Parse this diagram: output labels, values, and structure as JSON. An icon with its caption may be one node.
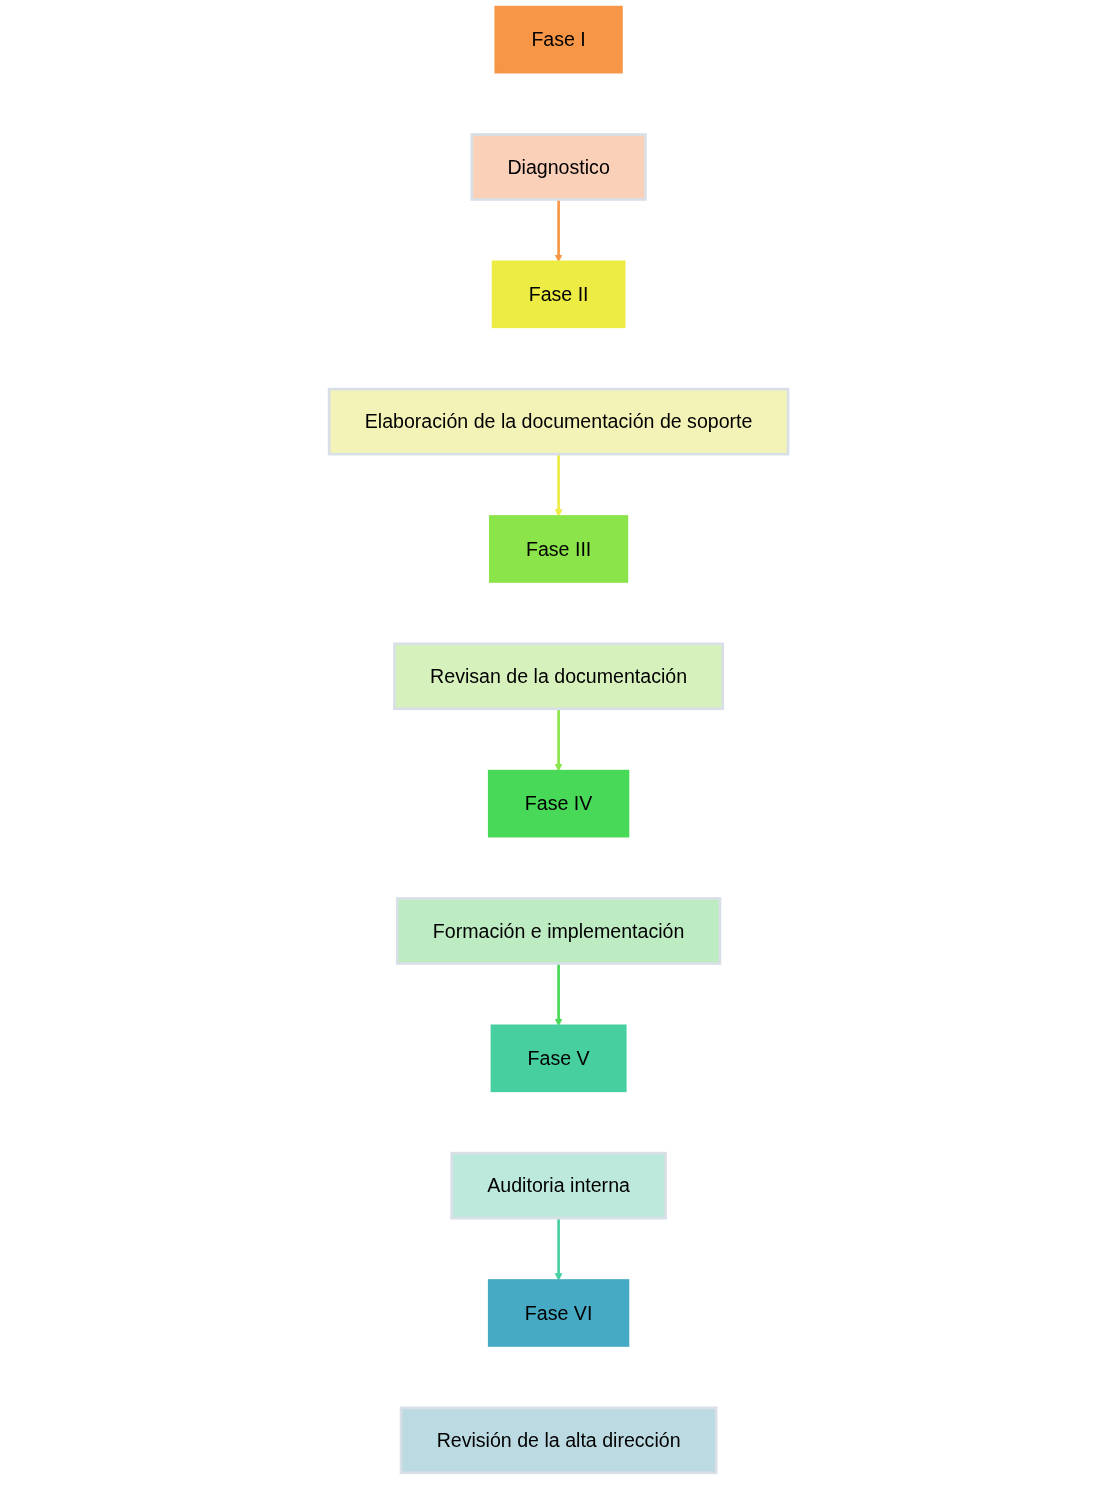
{
  "diagram": {
    "nodes": [
      {
        "text": [
          "Fase I"
        ]
      },
      {
        "text": [
          "Diagnostico"
        ]
      },
      {
        "text": [
          "Fase II"
        ]
      },
      {
        "text": [
          "Elaboración de la documentación de soporte"
        ]
      },
      {
        "text": [
          "Fase III"
        ]
      },
      {
        "text": [
          "Revisan de la documentación"
        ]
      },
      {
        "text": [
          "Fase IV"
        ]
      },
      {
        "text": [
          "Formación e implementación"
        ]
      },
      {
        "text": [
          "Fase V"
        ]
      },
      {
        "text": [
          "Auditoria interna"
        ]
      },
      {
        "text": [
          "Fase VI"
        ]
      },
      {
        "text": [
          "Revisión de la alta dirección"
        ]
      }
    ],
    "edges": [
      {
        "from": 1,
        "to": 2,
        "arrow": "to",
        "color": "#f79646"
      },
      {
        "from": 3,
        "to": 4,
        "arrow": "to",
        "color": "#edec44"
      },
      {
        "from": 5,
        "to": 6,
        "arrow": "to",
        "color": "#8be54a"
      },
      {
        "from": 7,
        "to": 8,
        "arrow": "to",
        "color": "#47d957"
      },
      {
        "from": 9,
        "to": 10,
        "arrow": "to",
        "color": "#48cfa0"
      }
    ]
  }
}
